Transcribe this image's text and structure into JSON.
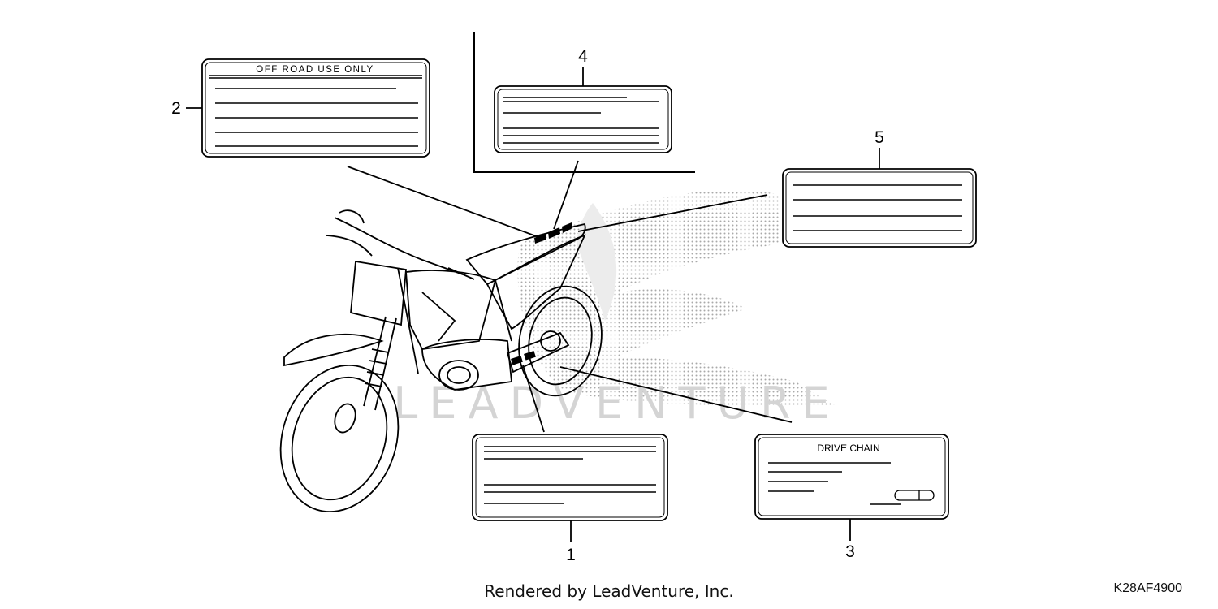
{
  "watermark": {
    "text": "LEADVENTURE",
    "color": "#b8b8b8"
  },
  "labels": [
    {
      "callout": "1",
      "text": ""
    },
    {
      "callout": "2",
      "text": "OFF ROAD USE ONLY"
    },
    {
      "callout": "3",
      "text": "DRIVE CHAIN"
    },
    {
      "callout": "4",
      "text": ""
    },
    {
      "callout": "5",
      "text": ""
    }
  ],
  "footer": {
    "rendered_by": "Rendered by LeadVenture, Inc.",
    "diagram_code": "K28AF4900"
  }
}
